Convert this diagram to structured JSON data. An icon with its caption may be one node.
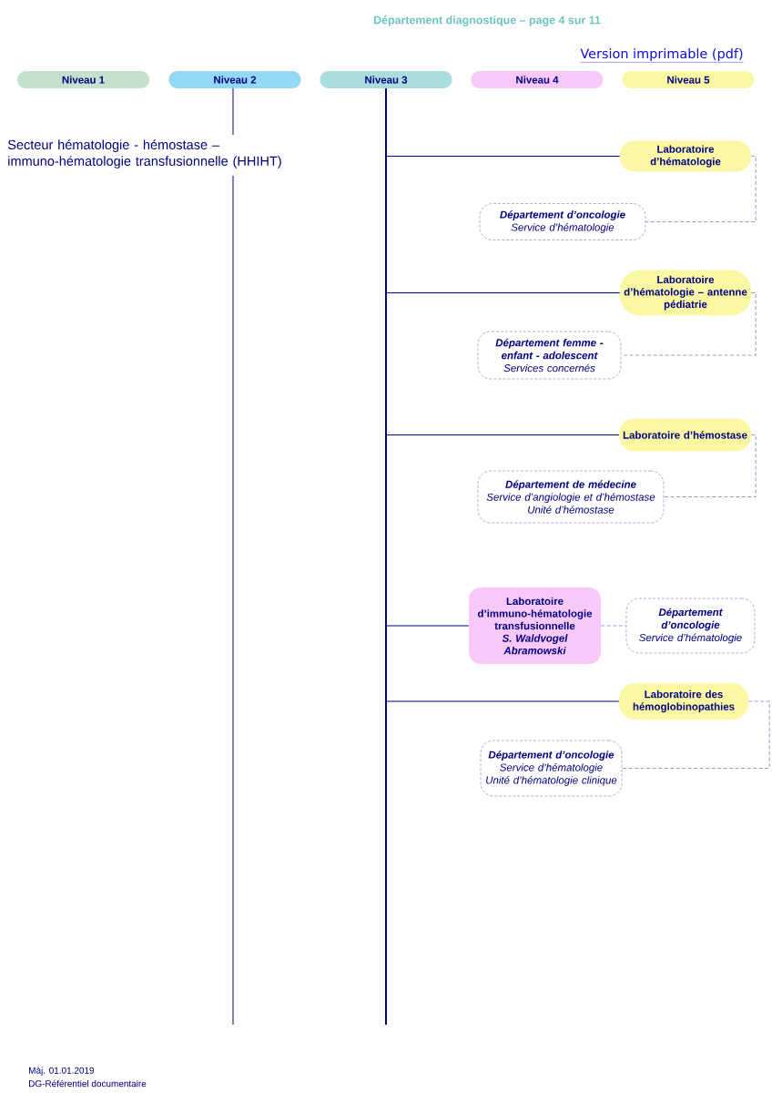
{
  "diagram": {
    "title": "Département diagnostique – page 4 sur 11",
    "nodes": [
      {
        "text": [
          "Niveau 1"
        ]
      },
      {
        "text": [
          "Niveau 2"
        ]
      },
      {
        "text": [
          "Niveau 3"
        ]
      },
      {
        "text": [
          "Niveau 4"
        ]
      },
      {
        "text": [
          "Niveau 5"
        ]
      },
      {
        "text": [
          "Laboratoire d’hématologie"
        ]
      },
      {
        "text": [
          "Département d’oncologie",
          "Service d’hématologie"
        ]
      },
      {
        "text": [
          "Laboratoire d’hématologie – antenne pédiatrie"
        ]
      },
      {
        "text": [
          "Département femme - enfant - adolescent",
          "Services concernés"
        ]
      },
      {
        "text": [
          "Laboratoire d’hémostase"
        ]
      },
      {
        "text": [
          "Département de médecine",
          "Service d’angiologie et d’hémostase",
          "Unité d’hémostase"
        ]
      },
      {
        "text": [
          "Laboratoire d’immuno-hématologie transfusionnelle",
          "S. Waldvogel Abramowski"
        ]
      },
      {
        "text": [
          "Département d’oncologie",
          "Service d’hématologie"
        ]
      },
      {
        "text": [
          "Laboratoire des hémoglobinopathies"
        ]
      },
      {
        "text": [
          "Département d’oncologie",
          "Service d’hématologie",
          "Unité d’hématologie clinique"
        ]
      }
    ],
    "edges": [
      {
        "from": 2,
        "to": 5,
        "arrow": "none"
      },
      {
        "from": 5,
        "to": 6,
        "arrow": "none",
        "style": "dashed",
        "color": "#9a9ad2"
      },
      {
        "from": 2,
        "to": 7,
        "arrow": "none"
      },
      {
        "from": 7,
        "to": 8,
        "arrow": "none",
        "style": "dashed",
        "color": "#9a9ad2"
      },
      {
        "from": 2,
        "to": 9,
        "arrow": "none"
      },
      {
        "from": 9,
        "to": 10,
        "arrow": "none",
        "style": "dashed",
        "color": "#9a9ad2"
      },
      {
        "from": 2,
        "to": 11,
        "arrow": "none"
      },
      {
        "from": 11,
        "to": 12,
        "arrow": "none",
        "style": "dashed",
        "color": "#9a9ad2"
      },
      {
        "from": 2,
        "to": 13,
        "arrow": "none"
      },
      {
        "from": 13,
        "to": 14,
        "arrow": "none",
        "style": "dashed",
        "color": "#9a9ad2"
      }
    ],
    "labels": [
      "Version imprimable (pdf)",
      "Secteur hématologie - hémostase – immuno-hématologie transfusionnelle (HHIHT)",
      "Màj. 01.01.2019",
      "DG-Référentiel documentaire"
    ]
  }
}
